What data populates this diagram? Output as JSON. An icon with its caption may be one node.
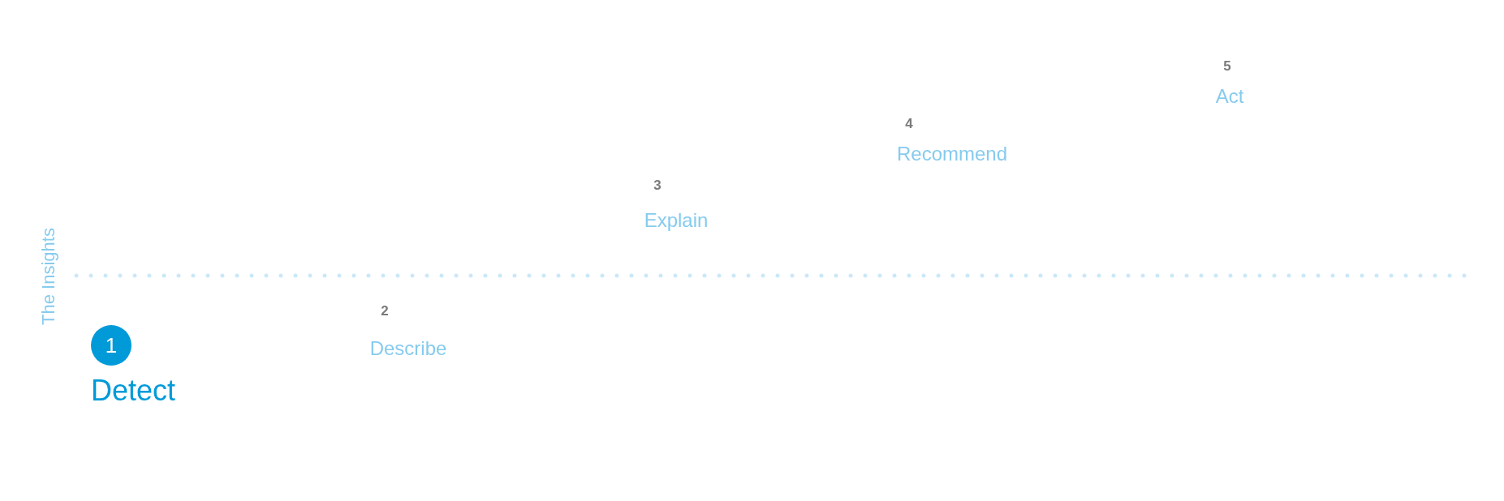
{
  "diagram": {
    "nodes": [
      {
        "text": [
          "1"
        ],
        "beside": [
          "Detect"
        ]
      }
    ],
    "labels": [
      "The Insights",
      "2",
      "Describe",
      "3",
      "Explain",
      "4",
      "Recommend",
      "5",
      "Act"
    ]
  }
}
